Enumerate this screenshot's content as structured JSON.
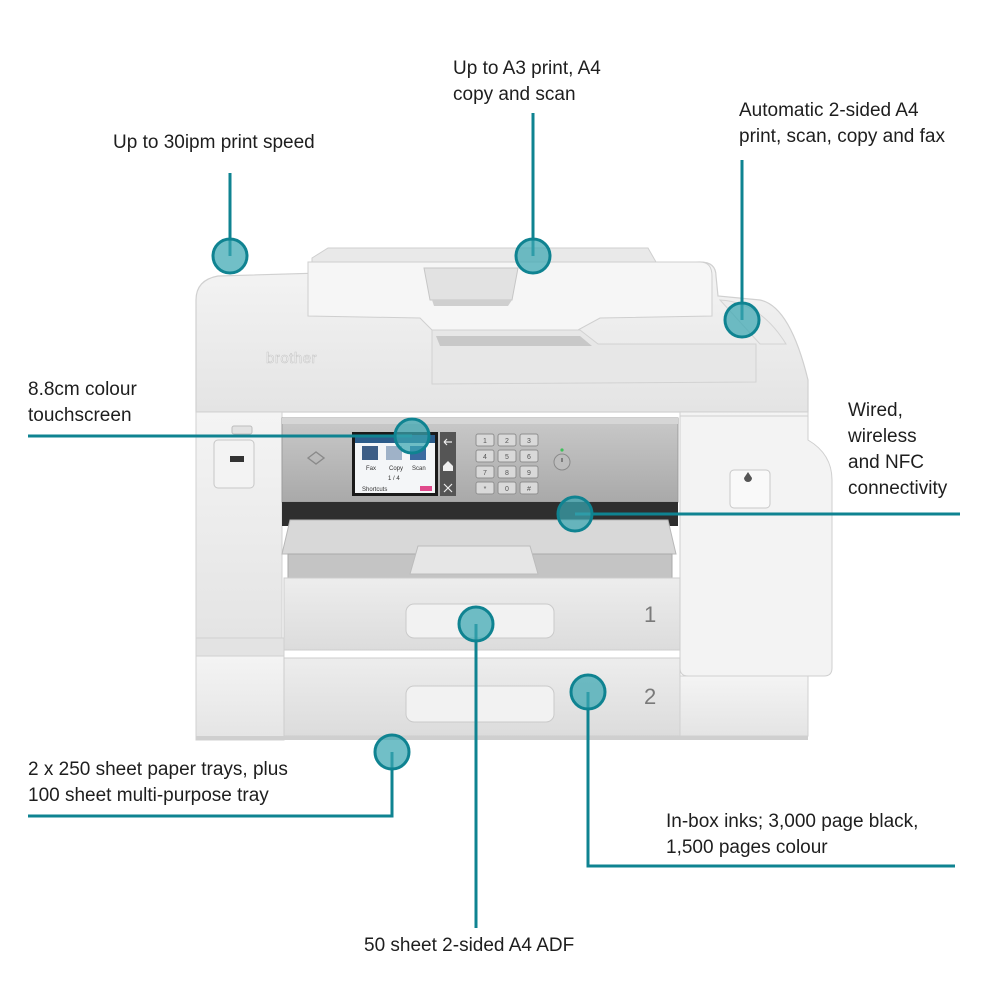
{
  "printer": {
    "brand": "brother",
    "tray_labels": [
      "1",
      "2"
    ],
    "screen": {
      "items": [
        "Fax",
        "Copy",
        "Scan"
      ],
      "page": "1 / 4",
      "shortcuts": "Shortcuts"
    },
    "keypad": [
      "1",
      "2",
      "3",
      "4",
      "5",
      "6",
      "7",
      "8",
      "9",
      "*",
      "0",
      "#"
    ]
  },
  "callouts": {
    "print_speed": "Up to 30ipm print speed",
    "a3_line1": "Up to A3 print, A4",
    "a3_line2": "copy and scan",
    "duplex_line1": "Automatic 2-sided A4",
    "duplex_line2": "print, scan, copy and fax",
    "touch_line1": "8.8cm colour",
    "touch_line2": "touchscreen",
    "conn_line1": "Wired,",
    "conn_line2": "wireless",
    "conn_line3": "and NFC",
    "conn_line4": "connectivity",
    "trays_line1": "2 x 250 sheet paper trays, plus",
    "trays_line2": "100 sheet multi-purpose tray",
    "inks_line1": "In-box inks; 3,000 page black,",
    "inks_line2": "1,500 pages colour",
    "adf": "50 sheet 2-sided A4 ADF"
  },
  "colors": {
    "accent": "#0f8391",
    "dot_fill": "#3aa6b2",
    "text": "#1e1e1e"
  }
}
